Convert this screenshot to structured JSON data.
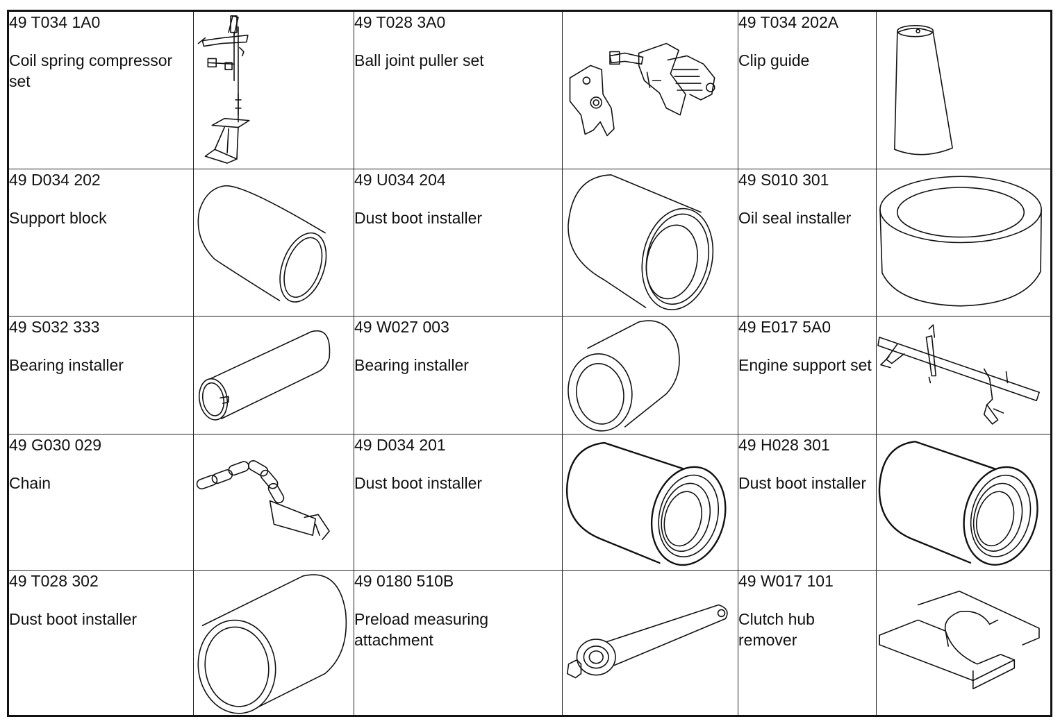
{
  "tools": [
    {
      "part_no": "49 T034 1A0",
      "name": "Coil spring compressor set",
      "icon": "coil-spring-compressor-icon"
    },
    {
      "part_no": "49 T028 3A0",
      "name": "Ball joint puller set",
      "icon": "ball-joint-puller-icon"
    },
    {
      "part_no": "49 T034 202A",
      "name": "Clip guide",
      "icon": "clip-guide-icon"
    },
    {
      "part_no": "49 D034 202",
      "name": "Support block",
      "icon": "support-block-icon"
    },
    {
      "part_no": "49 U034 204",
      "name": "Dust boot installer",
      "icon": "dust-boot-installer-icon"
    },
    {
      "part_no": "49 S010 301",
      "name": "Oil seal installer",
      "icon": "oil-seal-installer-icon"
    },
    {
      "part_no": "49 S032 333",
      "name": "Bearing installer",
      "icon": "bearing-installer-icon"
    },
    {
      "part_no": "49 W027 003",
      "name": "Bearing installer",
      "icon": "bearing-installer-icon"
    },
    {
      "part_no": "49 E017 5A0",
      "name": "Engine support set",
      "icon": "engine-support-icon"
    },
    {
      "part_no": "49 G030 029",
      "name": "Chain",
      "icon": "chain-icon"
    },
    {
      "part_no": "49 D034 201",
      "name": "Dust boot installer",
      "icon": "dust-boot-installer-icon"
    },
    {
      "part_no": "49 H028 301",
      "name": "Dust boot installer",
      "icon": "dust-boot-installer-icon"
    },
    {
      "part_no": "49 T028 302",
      "name": "Dust boot installer",
      "icon": "dust-boot-installer-icon"
    },
    {
      "part_no": "49 0180 510B",
      "name": "Preload measuring attachment",
      "icon": "preload-attachment-icon"
    },
    {
      "part_no": "49 W017 101",
      "name": "Clutch hub remover",
      "icon": "clutch-hub-remover-icon"
    }
  ]
}
